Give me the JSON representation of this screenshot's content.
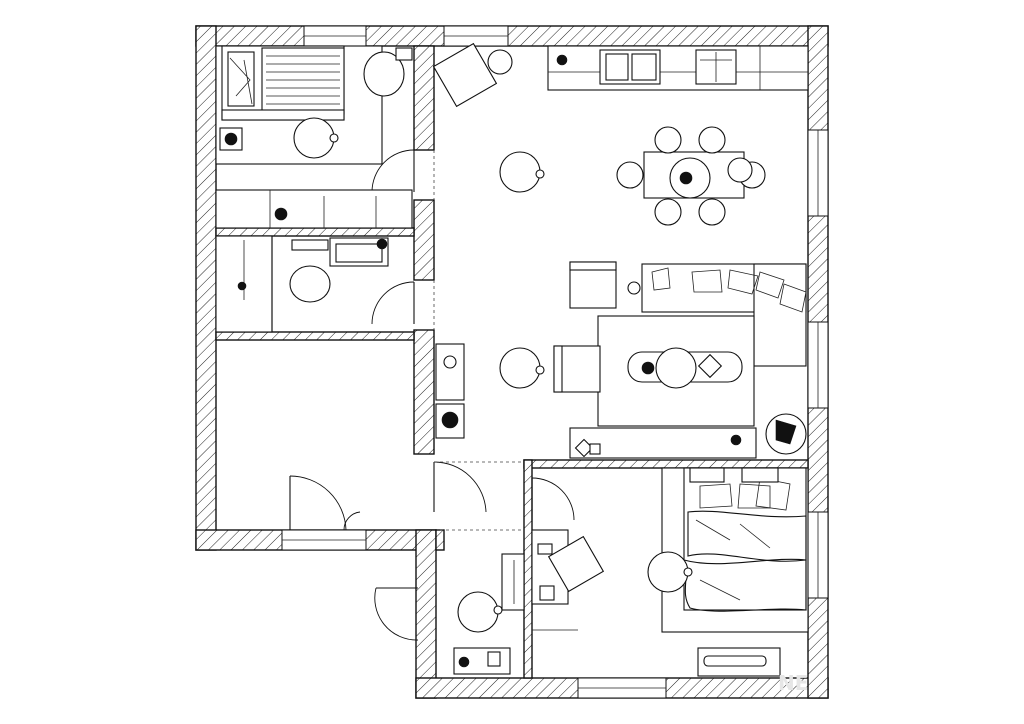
{
  "plan": {
    "background": "#ffffff",
    "line_color": "#111111",
    "rooms": [
      {
        "id": "bedroom-1",
        "icon": "bed-icon"
      },
      {
        "id": "bathroom",
        "icon": "toilet-icon"
      },
      {
        "id": "empty-room",
        "icon": "room-icon"
      },
      {
        "id": "living-kitchen",
        "icon": "sofa-icon"
      },
      {
        "id": "master-bedroom",
        "icon": "bed-icon"
      },
      {
        "id": "hallway",
        "icon": "door-icon"
      }
    ],
    "watermark": "NE"
  }
}
